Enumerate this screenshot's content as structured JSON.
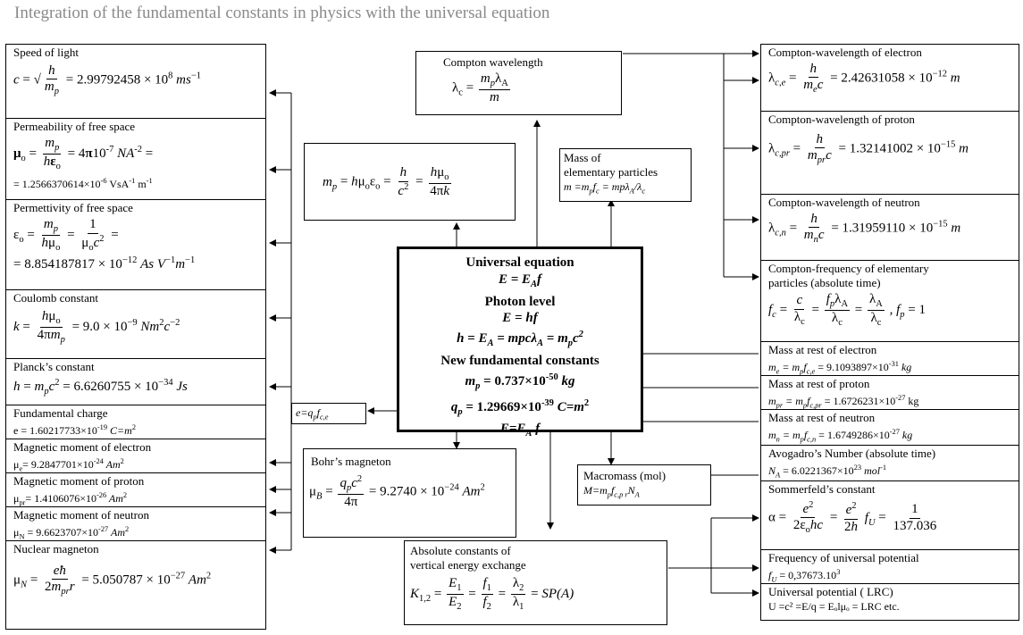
{
  "title": "Integration of the fundamental constants in physics with the universal equation",
  "left": {
    "speed_of_light": {
      "label": "Speed of light",
      "value": "2.99792458",
      "exp": "8",
      "unit": "ms",
      "unit_exp": "−1"
    },
    "permeability": {
      "label": "Permeability of free space",
      "value_line": "= 1.2566370614×10",
      "exp": "-6",
      "unit": " VsA",
      "unit_exp1": "-1",
      "unit2": " m",
      "unit_exp2": "-1"
    },
    "permittivity": {
      "label": "Permettivity of free space",
      "value": "= 8.854187817",
      "exp": "−12",
      "unit": "As V",
      "unit_exp": "−1",
      "unit2": "m",
      "unit_exp2": "−1"
    },
    "coulomb": {
      "label": "Coulomb constant",
      "value": "9.0",
      "exp": "−9",
      "unit": "Nm",
      "unit_exp": "2",
      "unit2": "c",
      "unit_exp2": "−2"
    },
    "planck": {
      "label": "Planck’s constant",
      "value": "6.6260755",
      "exp": "−34",
      "unit": "Js"
    },
    "charge": {
      "label": "Fundamental charge",
      "value": "e = 1.60217733×10",
      "exp": "-19",
      "unit": "C=m",
      "unit_exp": "2"
    },
    "mm_electron": {
      "label": "Magnetic moment of electron",
      "value": "= 9.2847701×10",
      "exp": "-24",
      "unit": " Am",
      "unit_exp": "2"
    },
    "mm_proton": {
      "label": "Magnetic moment of proton",
      "value": "= 1.4106076×10",
      "exp": "-26",
      "unit": " Am",
      "unit_exp": "2"
    },
    "mm_neutron": {
      "label": "Magnetic moment of  neutron",
      "value": "= 9.6623707×10",
      "exp": "-27",
      "unit": " Am",
      "unit_exp": "2"
    },
    "nuclear_magneton": {
      "label": "Nuclear magneton",
      "value": "5.050787",
      "exp": "−27",
      "unit": "Am",
      "unit_exp": "2"
    }
  },
  "middle": {
    "compton": {
      "label": "Compton wavelength"
    },
    "mass_label_1": "Mass of",
    "mass_label_2": "elementary particles",
    "mass_formula": "m =m",
    "mass_formula_b": "f",
    "mass_formula_c": " = mpλ",
    "mass_formula_d": "/λ",
    "e_box": "e=q",
    "bohr": {
      "label": "Bohr’s magneton",
      "value": "9.2740",
      "exp": "−24",
      "unit": "Am",
      "unit_exp": "2"
    },
    "macromass_label": "Macromass (mol)",
    "macromass_formula": "M=m",
    "absolute_label_1": "Absolute constants of",
    "absolute_label_2": "vertical energy exchange",
    "absolute_result": "SP(A)"
  },
  "center": {
    "lines": [
      "Universal equation",
      "E = E",
      "Photon level",
      "E = hf",
      "h = E",
      "New fundamental constants"
    ],
    "mp_value": "= 0.737×10",
    "mp_exp": "-50",
    "mp_unit": " kg",
    "qp_value": "= 1.29669×10",
    "qp_exp": "-39",
    "qp_unit": " C=m",
    "qp_unit_exp": "2"
  },
  "right": {
    "ce": {
      "label": "Compton-wavelength of electron",
      "value": "2.42631058",
      "exp": "−12",
      "unit": "m"
    },
    "cp": {
      "label": "Compton-wavelength of proton",
      "value": "1.32141002",
      "exp": "−15",
      "unit": "m"
    },
    "cn": {
      "label": "Compton-wavelength of neutron",
      "value": "1.31959110",
      "exp": "−15",
      "unit": "m"
    },
    "cf": {
      "label_1": "Compton-frequency of elementary",
      "label_2": "particles (absolute time)"
    },
    "me": {
      "label": "Mass at rest of electron",
      "value": "9.1093897×10",
      "exp": "-31",
      "unit": " kg"
    },
    "mpr": {
      "label": "Mass at rest of proton",
      "value": "1.6726231×10",
      "exp": "-27",
      "unit": " kg"
    },
    "mn": {
      "label": "Mass at rest of neutron",
      "value": "1.6749286×10",
      "exp": "-27",
      "unit": " kg"
    },
    "avogadro": {
      "label": "Avogadro’s Number (absolute time)",
      "value": " = 6.0221367×10",
      "exp": "23",
      "unit": " mol",
      "unit_exp": "-1"
    },
    "sommerfeld": {
      "label": "Sommerfeld’s constant",
      "value": "137.036"
    },
    "freq_potential": {
      "label": "Frequency of universal potential",
      "value": " = 0,37673.10",
      "exp": "3"
    },
    "univ_potential": {
      "label": "Universal potential ( LRC)",
      "value": "U =c² =E/q = Eₒlμₒ = LRC etc."
    }
  }
}
